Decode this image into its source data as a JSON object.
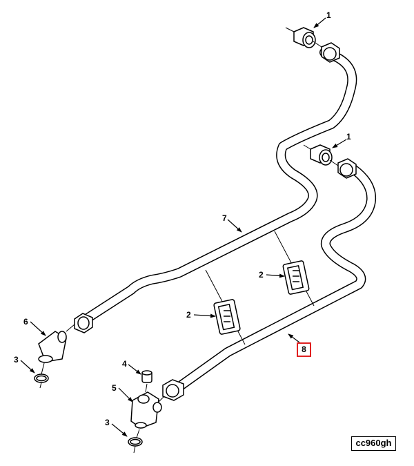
{
  "figure_code": "cc960gh",
  "highlighted_callout": "8",
  "callouts": {
    "c1a": "1",
    "c1b": "1",
    "c2a": "2",
    "c2b": "2",
    "c3a": "3",
    "c3b": "3",
    "c4": "4",
    "c5": "5",
    "c6": "6",
    "c7": "7"
  },
  "colors": {
    "line": "#000000",
    "highlight": "#e02020",
    "background": "#ffffff"
  }
}
